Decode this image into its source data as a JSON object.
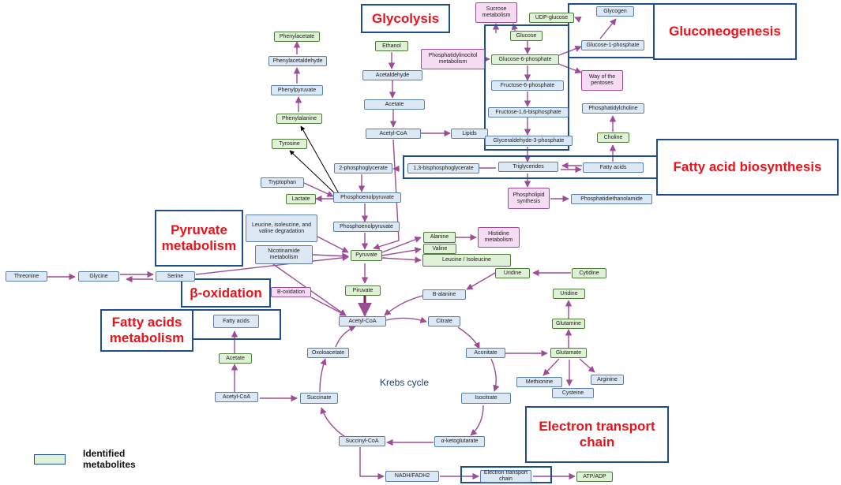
{
  "nodes": {
    "phenylacetate": {
      "label": "Phenylacetate",
      "color": "green"
    },
    "phenylacetaldehyde": {
      "label": "Phenylacetaldehyde",
      "color": "blue"
    },
    "phenylpyruvate": {
      "label": "Phenylpyruvate",
      "color": "blue"
    },
    "phenylalanine": {
      "label": "Phenylalanine",
      "color": "green"
    },
    "tyrosine": {
      "label": "Tyrosine",
      "color": "green"
    },
    "tryptophan": {
      "label": "Tryptophan",
      "color": "blue"
    },
    "lactate": {
      "label": "Lactate",
      "color": "green"
    },
    "two_pg": {
      "label": "2-phosphoglycerate",
      "color": "blue"
    },
    "pep1": {
      "label": "Phosphoenolpyruvate",
      "color": "blue"
    },
    "pep2": {
      "label": "Phosphoenolpyruvate",
      "color": "blue"
    },
    "leu_degr": {
      "label": "Leucine, isoleucine, and valine degradation",
      "color": "blue"
    },
    "nicotinamide": {
      "label": "Nicotinamide metabolism",
      "color": "blue"
    },
    "pyruvate": {
      "label": "Pyruvate",
      "color": "green"
    },
    "ethanol": {
      "label": "Ethanol",
      "color": "green"
    },
    "acetaldehyde": {
      "label": "Acetaldehyde",
      "color": "blue"
    },
    "acetate_top": {
      "label": "Acetate",
      "color": "blue"
    },
    "acetylcoa_top": {
      "label": "Acetyl-CoA",
      "color": "blue"
    },
    "lipids": {
      "label": "Lipids",
      "color": "blue"
    },
    "sucrose": {
      "label": "Sucrose metabolism",
      "color": "pink"
    },
    "udp_glucose": {
      "label": "UDP-glucose",
      "color": "green"
    },
    "glycogen": {
      "label": "Glycogen",
      "color": "blue"
    },
    "glucose": {
      "label": "Glucose",
      "color": "green"
    },
    "g1p": {
      "label": "Glucose-1-phosphate",
      "color": "blue"
    },
    "pi_metab": {
      "label": "Phosphatidylinocitol metabolism",
      "color": "pink"
    },
    "g6p": {
      "label": "Glucose-6-phosphate",
      "color": "green"
    },
    "pentoses": {
      "label": "Way of the pentoses",
      "color": "pink"
    },
    "f6p": {
      "label": "Fructose-6-phosphate",
      "color": "blue"
    },
    "f16bp": {
      "label": "Fructose-1,6-bisphosphate",
      "color": "blue"
    },
    "g3p": {
      "label": "Glyceraldehyde-3-phosphate",
      "color": "blue"
    },
    "pc": {
      "label": "Phosphatidylcholine",
      "color": "blue"
    },
    "choline": {
      "label": "Choline",
      "color": "green"
    },
    "bpg": {
      "label": "1,3-bisphosphoglycerate",
      "color": "blue"
    },
    "tg": {
      "label": "Triglycerides",
      "color": "blue"
    },
    "fatty_acids_top": {
      "label": "Fatty acids",
      "color": "blue"
    },
    "pl_synth": {
      "label": "Phospholipid synthesis",
      "color": "pink"
    },
    "pe": {
      "label": "Phosphatidiethanolamide",
      "color": "blue"
    },
    "alanine": {
      "label": "Alanine",
      "color": "green"
    },
    "histidine": {
      "label": "Histidine metabolism",
      "color": "pink"
    },
    "valine": {
      "label": "Valine",
      "color": "green"
    },
    "leu_ile": {
      "label": "Leucine / Isoleucine",
      "color": "green"
    },
    "threonine": {
      "label": "Threonine",
      "color": "blue"
    },
    "glycine": {
      "label": "Glycine",
      "color": "blue"
    },
    "serine": {
      "label": "Serine",
      "color": "blue"
    },
    "uridine_mid": {
      "label": "Uridine",
      "color": "green"
    },
    "cytidine": {
      "label": "Cytidine",
      "color": "green"
    },
    "b_oxidation": {
      "label": "B-oxidation",
      "color": "pink"
    },
    "piruvate": {
      "label": "Piruvate",
      "color": "green"
    },
    "b_alanine": {
      "label": "B-alanine",
      "color": "blue"
    },
    "fatty_acids_left": {
      "label": "Fatty acids",
      "color": "blue"
    },
    "acetylcoa_mid": {
      "label": "Acetyl-CoA",
      "color": "blue"
    },
    "citrate": {
      "label": "Citrate",
      "color": "blue"
    },
    "uridine_right": {
      "label": "Uridine",
      "color": "green"
    },
    "glutamine": {
      "label": "Glutamine",
      "color": "green"
    },
    "acetate_left": {
      "label": "Acetate",
      "color": "green"
    },
    "oxaloacetate": {
      "label": "Oxoloacetate",
      "color": "blue"
    },
    "aconitate": {
      "label": "Aconitate",
      "color": "blue"
    },
    "glutamate": {
      "label": "Glutamate",
      "color": "green"
    },
    "methionine": {
      "label": "Methionine",
      "color": "blue"
    },
    "arginine": {
      "label": "Arginine",
      "color": "blue"
    },
    "cysteine": {
      "label": "Cysteine",
      "color": "blue"
    },
    "acetylcoa_left": {
      "label": "Acetyl-CoA",
      "color": "blue"
    },
    "succinate": {
      "label": "Succinate",
      "color": "blue"
    },
    "isocitrate": {
      "label": "Isocitrate",
      "color": "blue"
    },
    "succinylcoa": {
      "label": "Succinyl-CoA",
      "color": "blue"
    },
    "akg": {
      "label": "α-ketoglutarate",
      "color": "blue"
    },
    "nadh": {
      "label": "NADH/FADH2",
      "color": "blue"
    },
    "etc_node": {
      "label": "Electron transport chain",
      "color": "blue"
    },
    "atp": {
      "label": "ATP/ADP",
      "color": "green"
    }
  },
  "regions": {
    "glycolysis": "Glycolysis",
    "gluconeogenesis": "Gluconeogenesis",
    "fatty_acid_biosynthesis": "Fatty acid biosynthesis",
    "pyruvate_metabolism": "Pyruvate metabolism",
    "beta_oxidation": "β-oxidation",
    "fatty_acids_metabolism": "Fatty acids metabolism",
    "electron_transport_chain": "Electron transport chain"
  },
  "krebs_label": "Krebs cycle",
  "legend": {
    "label": "Identified metabolites"
  },
  "colors": {
    "node_blue_fill": "#dde8f5",
    "node_green_fill": "#dff1d6",
    "node_pink_fill": "#f5dcf3",
    "arrow": "#9b4e95",
    "region_border": "#1f4e8c",
    "region_text": "#e8131b"
  }
}
